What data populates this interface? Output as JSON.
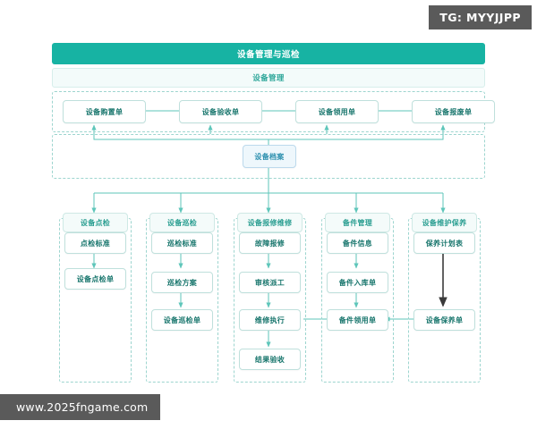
{
  "watermarks": {
    "top_right": "TG: MYYJJPP",
    "bottom_left": "www.2025fngame.com"
  },
  "diagram": {
    "title": "设备管理与巡检",
    "subtitle": "设备管理",
    "lifecycle": [
      {
        "label": "设备购置单"
      },
      {
        "label": "设备验收单"
      },
      {
        "label": "设备领用单"
      },
      {
        "label": "设备报废单"
      }
    ],
    "archive": {
      "label": "设备档案"
    },
    "columns": [
      {
        "header": "设备点检",
        "nodes": [
          {
            "label": "点检标准"
          },
          {
            "label": "设备点检单"
          }
        ]
      },
      {
        "header": "设备巡检",
        "nodes": [
          {
            "label": "巡检标准"
          },
          {
            "label": "巡检方案"
          },
          {
            "label": "设备巡检单"
          }
        ]
      },
      {
        "header": "设备报修维修",
        "nodes": [
          {
            "label": "故障报修"
          },
          {
            "label": "审核派工"
          },
          {
            "label": "维修执行"
          },
          {
            "label": "结果验收"
          }
        ]
      },
      {
        "header": "备件管理",
        "nodes": [
          {
            "label": "备件信息"
          },
          {
            "label": "备件入库单"
          },
          {
            "label": "备件领用单"
          }
        ]
      },
      {
        "header": "设备维护保养",
        "nodes": [
          {
            "label": "保养计划表"
          },
          {
            "label": "设备保养单"
          }
        ]
      }
    ]
  },
  "colors": {
    "brand_teal": "#17b3a3",
    "line_teal": "#5ec6ba",
    "arrow_dark": "#3a3a3a",
    "archive_blue": "#2b8fae",
    "watermark_bg": "#5a5a5a"
  }
}
